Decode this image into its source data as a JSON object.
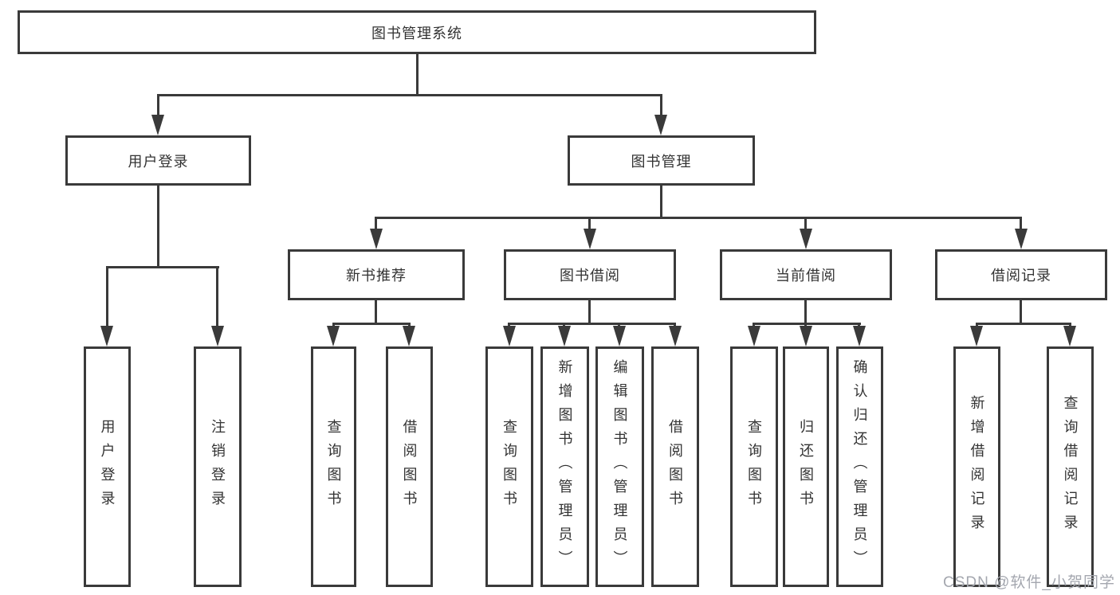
{
  "nodes": {
    "root": "图书管理系统",
    "user_login": "用户登录",
    "book_mgmt": "图书管理",
    "new_book_rec": "新书推荐",
    "book_borrow": "图书借阅",
    "current_borrow": "当前借阅",
    "borrow_records": "借阅记录",
    "leaf_user_login": "用户登录",
    "leaf_logout": "注销登录",
    "leaf_rec_query": "查询图书",
    "leaf_rec_borrow": "借阅图书",
    "leaf_bb_query": "查询图书",
    "leaf_bb_add": "新增图书（管理员）",
    "leaf_bb_edit": "编辑图书（管理员）",
    "leaf_bb_borrow": "借阅图书",
    "leaf_cb_query": "查询图书",
    "leaf_cb_return": "归还图书",
    "leaf_cb_confirm": "确认归还（管理员）",
    "leaf_br_add": "新增借阅记录",
    "leaf_br_query": "查询借阅记录"
  },
  "watermark": "CSDN @软件_小贺同学",
  "colors": {
    "line": "#3a3a3a",
    "text": "#333333",
    "box_fill": "#ffffff",
    "watermark": "#a4a7af"
  }
}
